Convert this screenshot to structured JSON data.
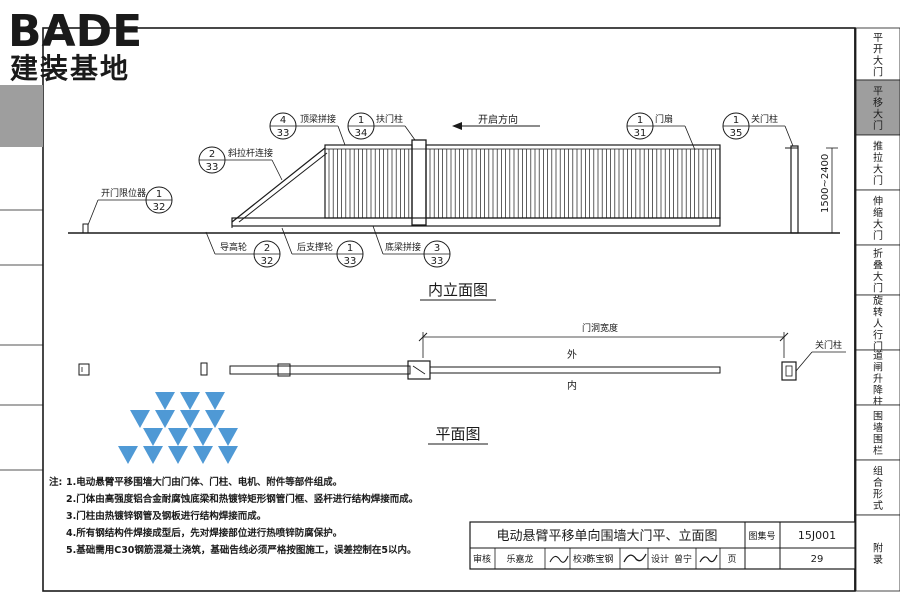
{
  "logo": {
    "brand": "BADE",
    "subtitle": "建装基地"
  },
  "side_tabs": [
    {
      "label": "平开大门",
      "active": false
    },
    {
      "label": "平移大门",
      "active": true
    },
    {
      "label": "推拉大门",
      "active": false
    },
    {
      "label": "伸缩大门",
      "active": false
    },
    {
      "label": "折叠大门",
      "active": false
    },
    {
      "label": "旋转人行门",
      "active": false
    },
    {
      "label": "道闸升降柱",
      "active": false
    },
    {
      "label": "围墙围栏",
      "active": false
    },
    {
      "label": "组合形式",
      "active": false
    },
    {
      "label": "附录",
      "active": false
    }
  ],
  "elevation": {
    "title": "内立面图",
    "open_direction": "开启方向",
    "height_dim": "1500~2400",
    "callouts": [
      {
        "label": "顶梁拼接",
        "num": "4",
        "page": "33"
      },
      {
        "label": "扶门柱",
        "num": "1",
        "page": "34"
      },
      {
        "label": "斜拉杆连接",
        "num": "2",
        "page": "33"
      },
      {
        "label": "门扇",
        "num": "1",
        "page": "31"
      },
      {
        "label": "关门柱",
        "num": "1",
        "page": "35"
      },
      {
        "label": "开门限位器",
        "num": "1",
        "page": "32"
      },
      {
        "label": "导高轮",
        "num": "2",
        "page": "32"
      },
      {
        "label": "后支撑轮",
        "num": "1",
        "page": "33"
      },
      {
        "label": "底梁拼接",
        "num": "3",
        "page": "33"
      }
    ]
  },
  "plan": {
    "title": "平面图",
    "opening_width": "门洞宽度",
    "outside": "外",
    "inside": "内",
    "closing_post": "关门柱"
  },
  "notes": {
    "prefix": "注:",
    "items": [
      "1.电动悬臂平移围墙大门由门体、门柱、电机、附件等部件组成。",
      "2.门体由高强度铝合金耐腐蚀底梁和热镀锌矩形钢管门框、竖杆进行结构焊接而成。",
      "3.门柱由热镀锌钢管及钢板进行结构焊接而成。",
      "4.所有钢结构件焊接成型后，先对焊接部位进行热喷锌防腐保护。",
      "5.基础需用C30钢筋混凝土浇筑，基础告线必须严格按图施工，误差控制在5以内。"
    ]
  },
  "title_block": {
    "drawing_title": "电动悬臂平移单向围墙大门平、立面图",
    "atlas_label": "图集号",
    "atlas_no": "15J001",
    "review_label": "审核",
    "review_name": "乐嘉龙",
    "check_label": "校对",
    "check_name": "陈宝钢",
    "design_label": "设计",
    "design_name": "曾宁",
    "page_label": "页",
    "page_no": "29"
  },
  "colors": {
    "line": "#1a1a1a",
    "tab_active": "#9e9e9e",
    "logo_dark": "#4a4a4a",
    "watermark": "#3d8fd1"
  }
}
